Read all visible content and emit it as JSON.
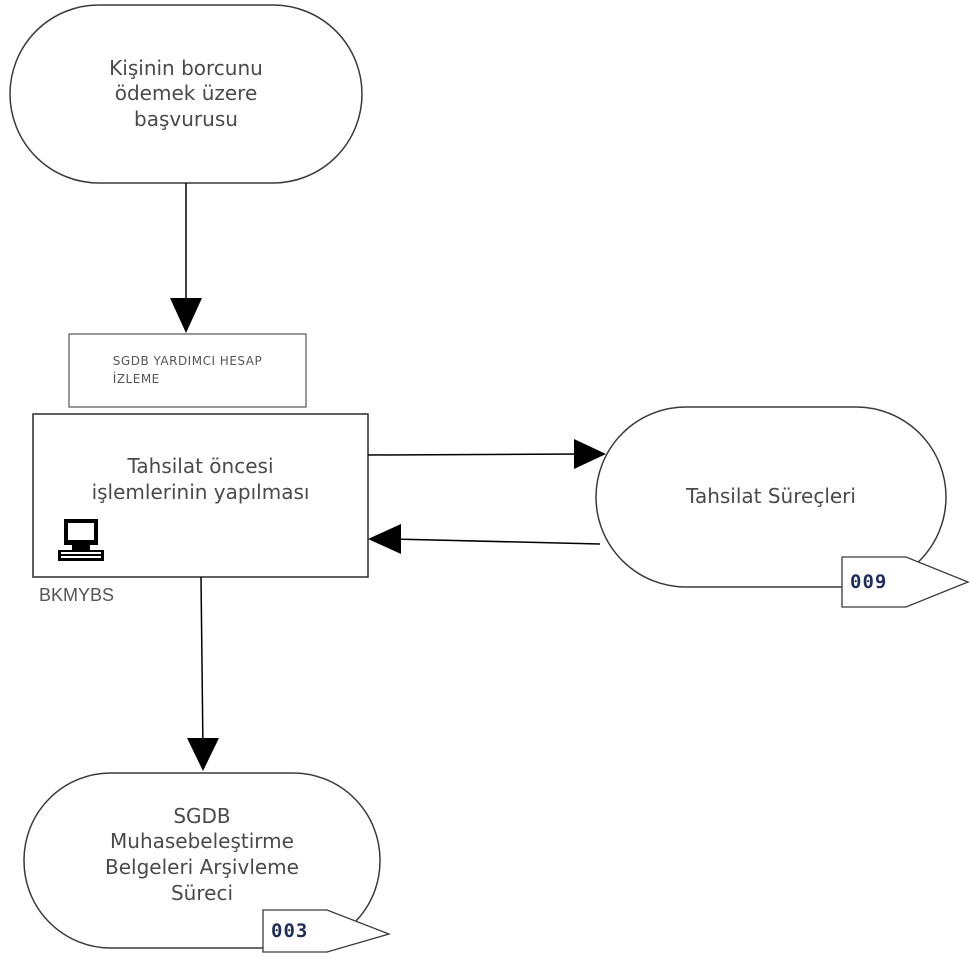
{
  "nodes": {
    "start": {
      "text": "Kişinin borcunu\nödemek üzere\nbaşvurusu"
    },
    "screen_ref": {
      "text": "SGDB YARDIMCI HESAP\nİZLEME"
    },
    "process": {
      "text": "Tahsilat öncesi\nişlemlerinin yapılması"
    },
    "system": {
      "text": "BKMYBS",
      "icon": "computer-icon"
    },
    "collection": {
      "text": "Tahsilat Süreçleri",
      "connector": "009"
    },
    "archive": {
      "text": "SGDB\nMuhasebeleştirme\nBelgeleri Arşivleme\nSüreci",
      "connector": "003"
    }
  },
  "colors": {
    "line": "#000000",
    "shape_stroke": "#3a3a3a",
    "text": "#4a4a4a",
    "connector_text": "#1f2d5c"
  }
}
